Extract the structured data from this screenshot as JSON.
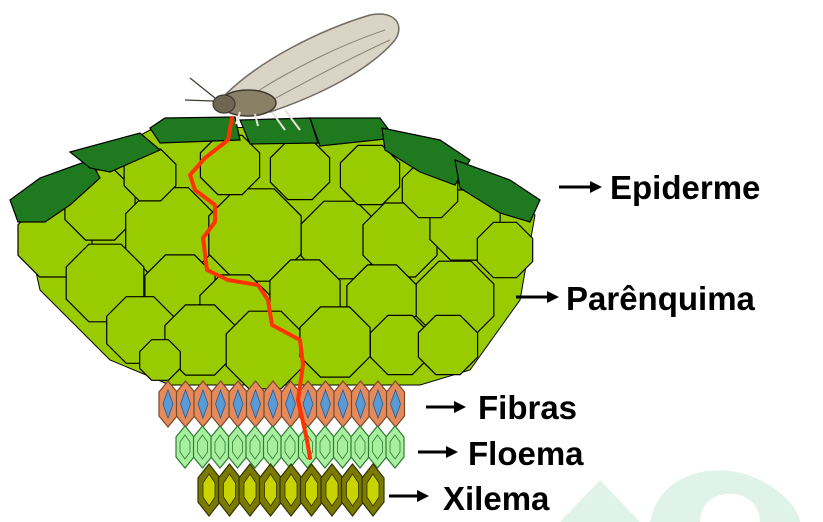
{
  "labels": {
    "epiderme": "Epiderme",
    "parenquima": "Parênquima",
    "fibras": "Fibras",
    "floema": "Floema",
    "xilema": "Xilema"
  },
  "colors": {
    "epidermis": "#1f7a1f",
    "parenchyma": "#99cc00",
    "fiber_outer": "#e58a5a",
    "fiber_inner": "#5b9bd5",
    "phloem": "#a8f0a0",
    "xylem_outer": "#7a7a00",
    "xylem_inner": "#c8d400",
    "stylet": "#ff3300",
    "watermark": "#dff3ea"
  },
  "icons": [
    "insect-icon",
    "arrow-right-icon"
  ]
}
